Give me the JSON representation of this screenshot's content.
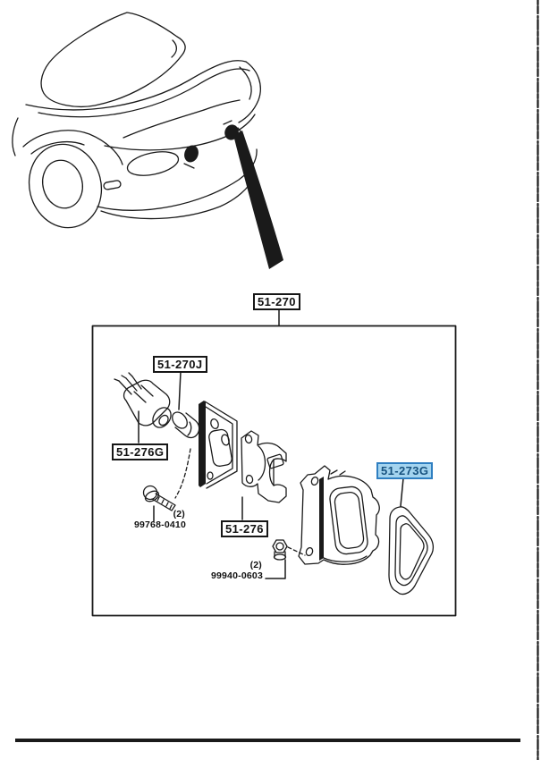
{
  "page": {
    "background": "#ffffff",
    "line_color": "#1a1a1a"
  },
  "diagram": {
    "type": "exploded-parts-diagram",
    "subject": "rear license plate lamp assembly",
    "callouts": [
      {
        "id": "lamp-assembly",
        "label": "51-270",
        "highlighted": false
      },
      {
        "id": "bulb",
        "label": "51-270J",
        "highlighted": false
      },
      {
        "id": "socket",
        "label": "51-276G",
        "highlighted": false
      },
      {
        "id": "bracket",
        "label": "51-276",
        "highlighted": false
      },
      {
        "id": "gasket",
        "label": "51-273G",
        "highlighted": true
      },
      {
        "id": "screw",
        "label": "99768-0410",
        "qty": "(2)",
        "highlighted": false
      },
      {
        "id": "nut",
        "label": "99940-0603",
        "qty": "(2)",
        "highlighted": false
      }
    ],
    "highlight_style": {
      "bg": "#a4d4ef",
      "border": "#2f7fc1",
      "text": "#17527f"
    }
  }
}
